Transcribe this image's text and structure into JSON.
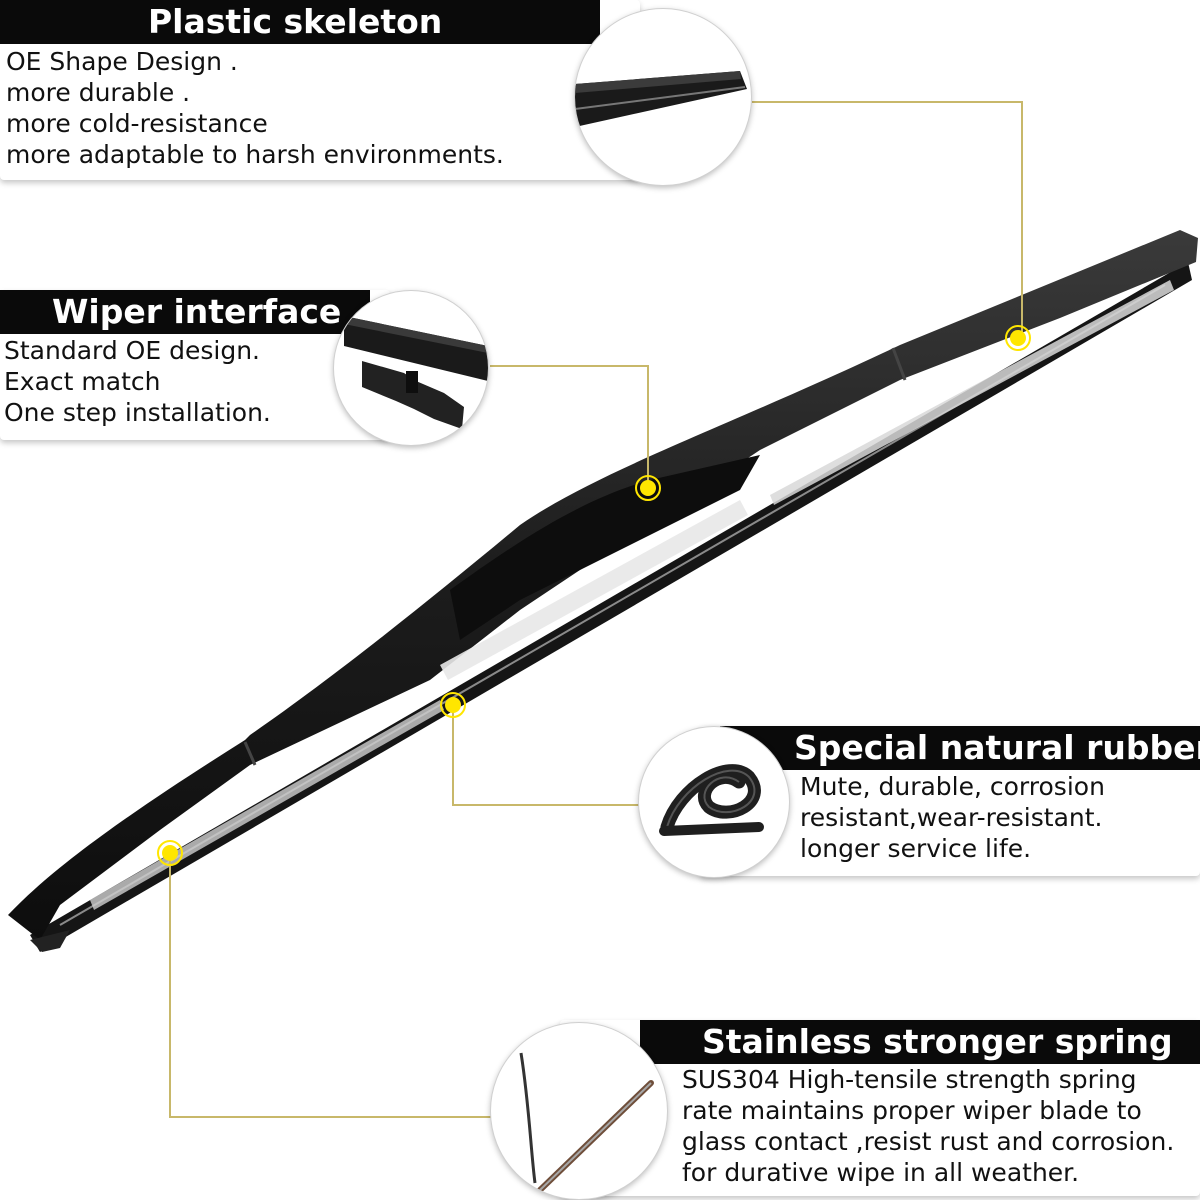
{
  "callouts": {
    "plastic_skeleton": {
      "title": "Plastic skeleton",
      "lines": [
        "OE Shape Design .",
        "more durable .",
        "more cold-resistance",
        "more adaptable to harsh environments."
      ]
    },
    "wiper_interface": {
      "title": "Wiper interface",
      "lines": [
        "Standard OE design.",
        "Exact match",
        "One step installation."
      ]
    },
    "natural_rubber": {
      "title": "Special natural rubber",
      "lines": [
        "Mute, durable, corrosion",
        "resistant,wear-resistant.",
        "longer service life."
      ]
    },
    "stainless_spring": {
      "title": "Stainless stronger spring",
      "lines": [
        "SUS304 High-tensile strength spring",
        "rate maintains proper wiper blade to",
        "glass contact ,resist rust and corrosion.",
        "for durative wipe in all weather."
      ]
    }
  },
  "colors": {
    "title_bar": "#0a0a0a",
    "marker": "#ffe600",
    "leader_line": "#c8b86a",
    "blade": "#1c1c1c"
  }
}
